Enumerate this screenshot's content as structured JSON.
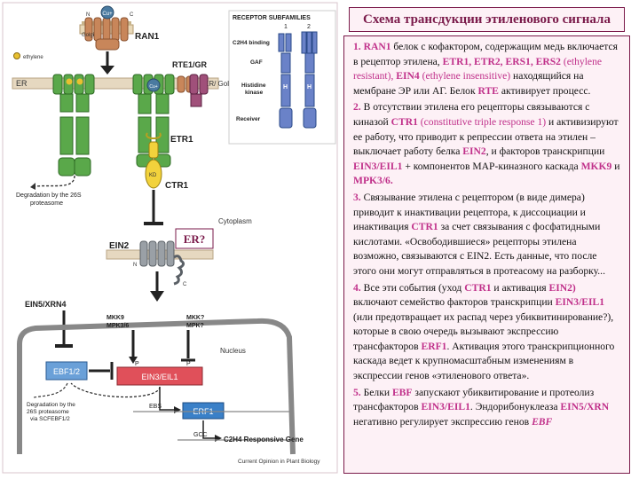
{
  "title": "Схема трансдукции этиленового сигнала",
  "diagram": {
    "ran1": "RAN1",
    "cu_plus": "Cu+",
    "golgi": "Golgi",
    "n": "N",
    "c": "C",
    "ethylene": "ethylene",
    "rte1_gr": "RTE1/GR",
    "er": "ER",
    "er_golgi": "ER/\nGolgi",
    "etr1": "ETR1",
    "ctr1": "CTR1",
    "kd": "KD",
    "degradation_26s": "Degradation by the 26S\nproteasome",
    "cytoplasm": "Cytoplasm",
    "er_q": "ER?",
    "ein2": "EIN2",
    "ein5": "EIN5/XRN4",
    "mkk9": "MKK9\nMPK3/6",
    "mkk_q": "MKK?\nMPK?",
    "nucleus": "Nucleus",
    "p": "P",
    "ebf12": "EBF1/2",
    "ein3": "EIN3/EIL1",
    "degradation_scf": "Degradation by the\n26S proteasome\nvia SCFEBF1/2",
    "ebs": "EBS",
    "erf1": "ERF1",
    "gcc": "GCC",
    "responsive": "C2H4 Responsive Gene",
    "source": "Current Opinion in Plant Biology",
    "receptor_header": "RECEPTOR SUBFAMILIES",
    "sub1": "1",
    "sub2": "2",
    "c2h4_binding": "C2H4 binding",
    "gaf": "GAF",
    "histidine": "Histidine\nkinase",
    "receiver": "Receiver",
    "h": "H",
    "colors": {
      "ran1": "#c8865a",
      "receptor_green": "#5aa84a",
      "receptor_purple": "#a0507a",
      "ctr1_yellow": "#f2d23c",
      "ein2_grey": "#9aa0a6",
      "ebf_blue": "#6aa0d8",
      "ein3_red": "#e0505a",
      "erf_blue": "#3a80c8",
      "sub1_blue": "#6a82c8",
      "nucleus_border": "#888888"
    }
  },
  "text": {
    "p1": {
      "num": "1.",
      "ran1": "RAN1",
      "t1": " белок с кофактором, содержащим медь включается в рецептор этилена, ",
      "etr": "ETR1, ETR2, ERS1, ERS2",
      "note1": " (ethylene resistant), ",
      "ein4": "EIN4",
      "note2": " (ethylene insensitive)",
      "t2": " находящийся на мембране ЭР или АГ.  Белок ",
      "rte": "RTE",
      "t3": " активирует процесс."
    },
    "p2": {
      "num": "2.",
      "t1": " В отсутствии этилена его рецепторы связываются с киназой ",
      "ctr1": "CTR1",
      "note": " (constitutive triple response 1)",
      "t2": " и активизируют ее работу, что приводит к репрессии ответа на этилен – выключает работу белка ",
      "ein2": "EIN2",
      "t3": ", и факторов транскрипции ",
      "ein3": "EIN3/EIL1",
      "t4": " + компонентов МАР-киназного каскада ",
      "mkk": "MKK9",
      "t5": " и ",
      "mpk": "MPK3/6."
    },
    "p3": {
      "num": "3.",
      "t1": " Связывание этилена с рецептором (в виде димера) приводит к инактивации рецептора, к диссоциации и инактивация ",
      "ctr1": "CTR1",
      "t2": " за счет связывания с фосфатидными кислотами. «Освободившиеся» рецепторы этилена  возможно, связываются с EIN2. Есть данные, что после этого они могут отправляться в протеасому на разборку..."
    },
    "p4": {
      "num": "4.",
      "t1": " Все эти события (уход ",
      "ctr1": "CTR1",
      "t2": " и активация ",
      "ein2": "EIN2)",
      "t3": " включают семейство факторов транскрипции ",
      "ein3": "EIN3/EIL1",
      "t4": " (или предотвращает их распад через убиквитинирование?), которые в свою очередь вызывают экспрессию  трансфакторов ",
      "erf1": "ERF1",
      "t5": ". Активация этого транскрипционного каскада ведет к крупномасштабным изменениям в экспрессии генов «этиленового ответа»."
    },
    "p5": {
      "num": "5.",
      "t1": " Белки ",
      "ebf": "EBF",
      "t2": " запускают убиквитирование и протеолиз трансфакторов ",
      "ein3": "EIN3/EIL1",
      "t3": ". Эндорибонуклеаза ",
      "ein5": "EIN5/XRN",
      "t4": " негативно регулирует экспрессию генов ",
      "ebf2": "EBF"
    }
  }
}
